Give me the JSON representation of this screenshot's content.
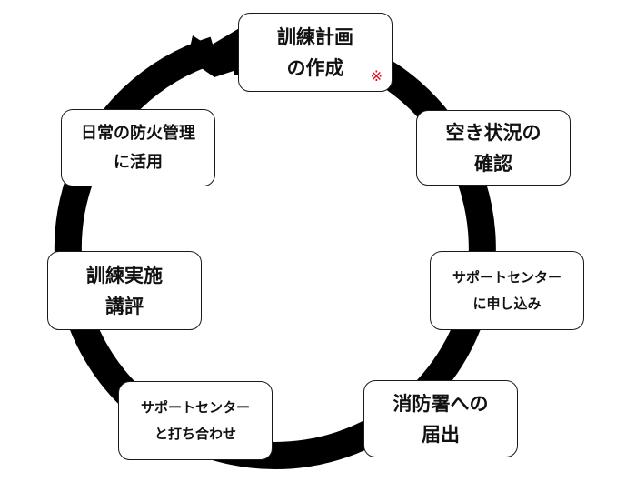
{
  "diagram": {
    "steps": [
      {
        "id": "plan",
        "lines": [
          "訓練計画",
          "の作成"
        ],
        "note": "※"
      },
      {
        "id": "check",
        "lines": [
          "空き状況の",
          "確認"
        ]
      },
      {
        "id": "apply",
        "lines": [
          "サポートセンター",
          "に申し込み"
        ]
      },
      {
        "id": "notify",
        "lines": [
          "消防署への",
          "届出"
        ]
      },
      {
        "id": "meeting",
        "lines": [
          "サポートセンター",
          "と打ち合わせ"
        ]
      },
      {
        "id": "execute",
        "lines": [
          "訓練実施",
          "講評"
        ]
      },
      {
        "id": "use",
        "lines": [
          "日常の防火管理",
          "に活用"
        ]
      }
    ],
    "colors": {
      "ring": "#000000",
      "box_border": "#1a1a1a",
      "box_fill": "#ffffff",
      "text": "#111111",
      "note": "#e60012"
    }
  }
}
